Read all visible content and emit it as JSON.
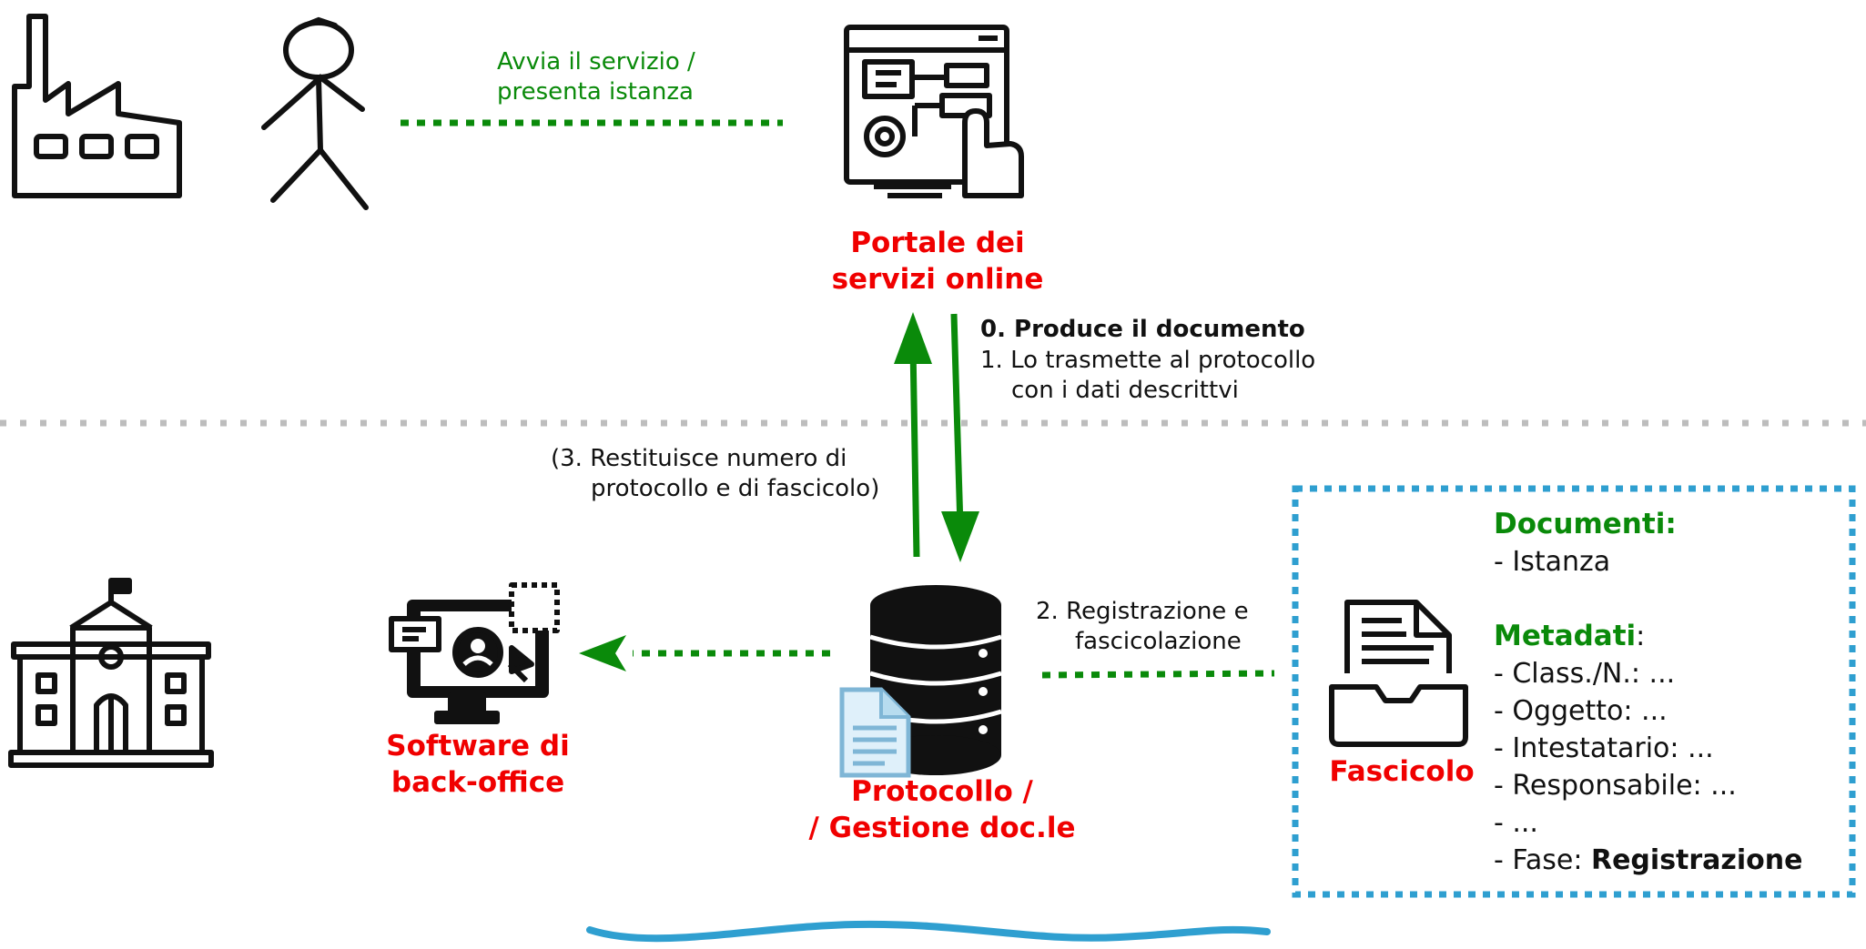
{
  "top_flow": {
    "label_line1": "Avvia il servizio /",
    "label_line2": "presenta istanza"
  },
  "portal": {
    "title_line1": "Portale dei",
    "title_line2": "servizi online"
  },
  "steps": {
    "step0": "0. Produce il documento",
    "step1_line1": "1. Lo trasmette al protocollo",
    "step1_line2": "con i dati descrittvi",
    "step3_line1": "(3. Restituisce numero di",
    "step3_line2": "protocollo  e di fascicolo)",
    "step2_line1": "2. Registrazione e",
    "step2_line2": "fascicolazione"
  },
  "backoffice": {
    "title_line1": "Software di",
    "title_line2": "back-office"
  },
  "protocollo": {
    "title_line1": "Protocollo /",
    "title_line2": "/ Gestione doc.le"
  },
  "fascicolo": {
    "title": "Fascicolo"
  },
  "metadata_box": {
    "documents_heading": "Documenti:",
    "documents": [
      "- Istanza"
    ],
    "metadata_heading": "Metadati",
    "metadata_colon": ":",
    "metadata": [
      "- Class./N.: ...",
      "- Oggetto: ...",
      "- Intestatario: ...",
      "- Responsabile: ...",
      "- ..."
    ],
    "phase_prefix": "- Fase: ",
    "phase_value": "Registrazione"
  },
  "colors": {
    "green": "#0a8a0a",
    "red": "#f00000",
    "blue": "#2f9fd0",
    "gray": "#bdbdbd",
    "doc_icon": "#7fb6d6"
  }
}
